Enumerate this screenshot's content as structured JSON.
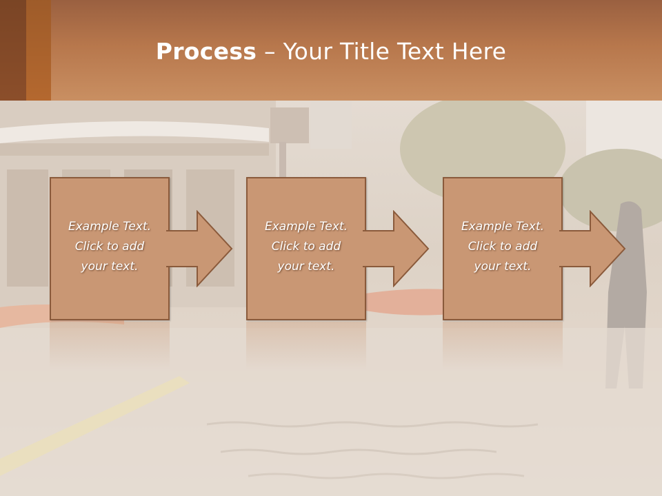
{
  "slide": {
    "title_bold": "Process",
    "title_rest": " – Your Title Text Here"
  },
  "steps": [
    {
      "text": "Example Text.\nClick  to add\nyour text."
    },
    {
      "text": "Example Text.\nClick  to add\nyour text."
    },
    {
      "text": "Example Text.\nClick  to add\nyour text."
    }
  ],
  "colors": {
    "header": "#c98f62",
    "box_fill": "#c99774",
    "box_border": "#8a5a3b"
  }
}
